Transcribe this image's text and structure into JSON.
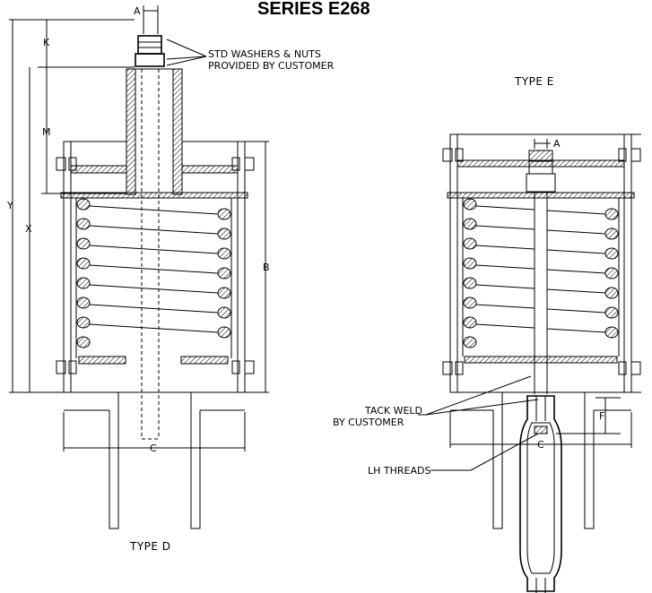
{
  "title": "SERIES E268",
  "notes": {
    "washers_line1": "STD WASHERS & NUTS",
    "washers_line2": "PROVIDED BY CUSTOMER",
    "tack_line1": "TACK WELD",
    "tack_line2": "BY CUSTOMER",
    "lh_threads": "LH THREADS"
  },
  "labels": {
    "type_d": "TYPE D",
    "type_e": "TYPE E"
  },
  "dimensions": {
    "a_d": "A",
    "a_e": "A",
    "k": "K",
    "m": "M",
    "y": "Y",
    "x": "X",
    "b": "B",
    "c_d": "C",
    "c_e": "C",
    "f": "F"
  }
}
